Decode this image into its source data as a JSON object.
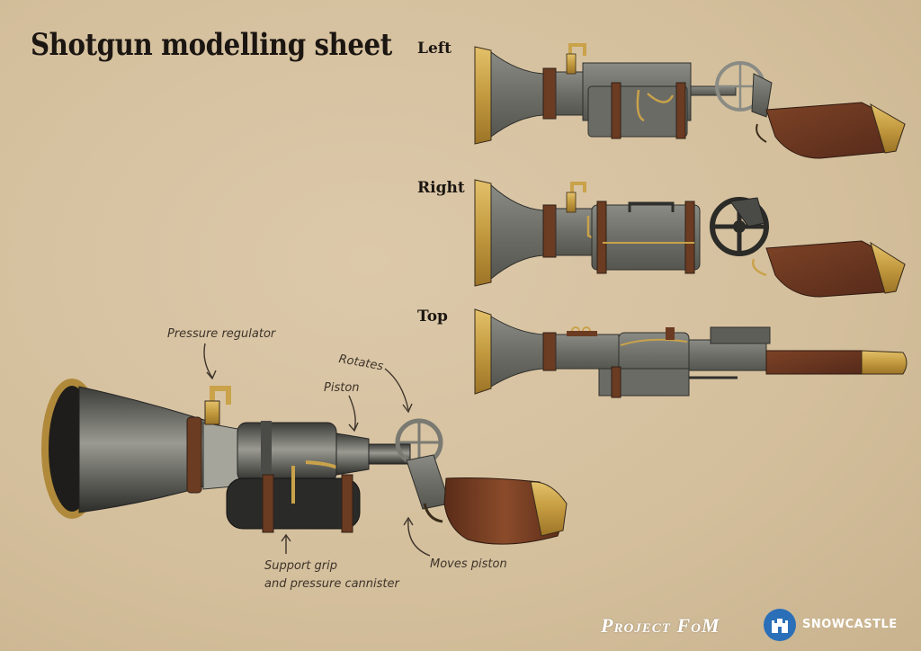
{
  "sheet": {
    "title": "Shotgun modelling sheet",
    "views": {
      "left": "Left",
      "right": "Right",
      "top": "Top"
    }
  },
  "annotations": {
    "pressure_regulator": "Pressure regulator",
    "piston": "Piston",
    "rotates": "Rotates",
    "support_grip_line1": "Support grip",
    "support_grip_line2": "and pressure cannister",
    "moves_piston": "Moves piston"
  },
  "branding": {
    "project": "Project FoM",
    "studio": "SNOWCASTLE",
    "logo_icon": "castle-icon"
  },
  "colors": {
    "paper": "#d8c4a4",
    "metal": "#6f706a",
    "brass": "#c9a24a",
    "leather": "#6b3b22",
    "wood": "#6a3420",
    "logo_blue": "#2a6fb8"
  }
}
